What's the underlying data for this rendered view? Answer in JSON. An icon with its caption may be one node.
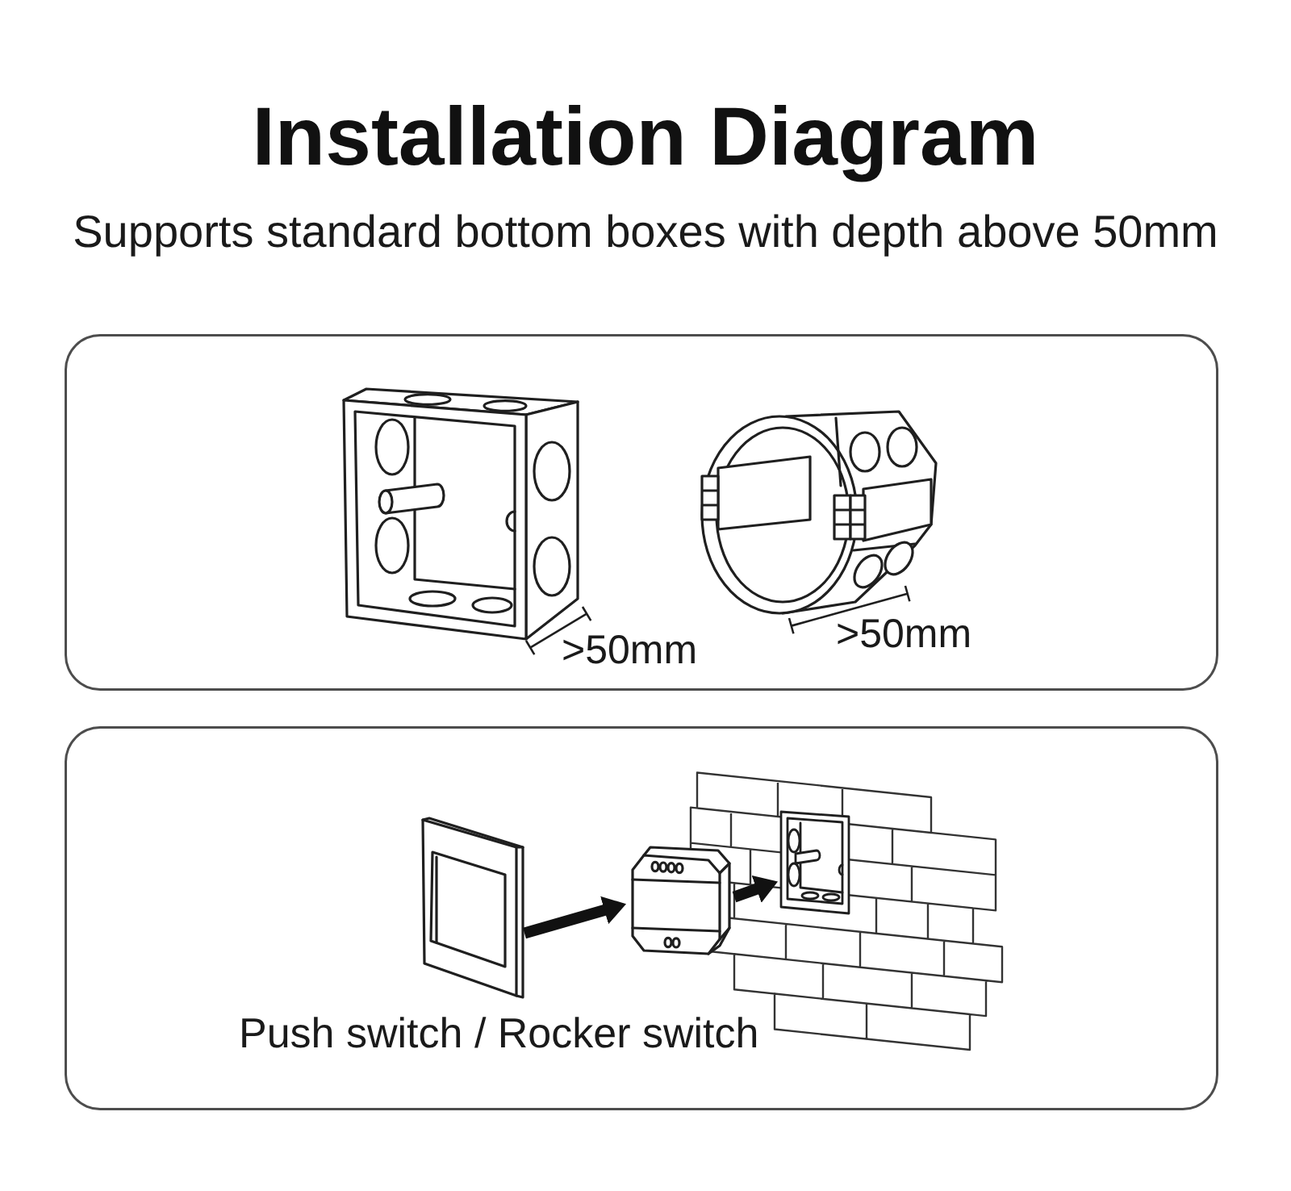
{
  "diagram": {
    "title": "Installation Diagram",
    "nodes": [
      {
        "text": [],
        "shape": "box"
      },
      {
        "text": [],
        "shape": "box"
      },
      {
        "text": [],
        "shape": "picture",
        "in": 1,
        "beside": [
          "Push switch / Rocker switch"
        ]
      },
      {
        "text": [],
        "shape": "picture",
        "in": 1
      },
      {
        "text": [],
        "shape": "picture",
        "in": 1
      }
    ],
    "edges": [
      {
        "from": 2,
        "to": 3,
        "arrow": "to"
      },
      {
        "from": 3,
        "to": 4,
        "arrow": "to"
      }
    ],
    "labels": [
      "Supports standard bottom boxes with depth above 50mm",
      ">50mm",
      ">50mm"
    ]
  }
}
